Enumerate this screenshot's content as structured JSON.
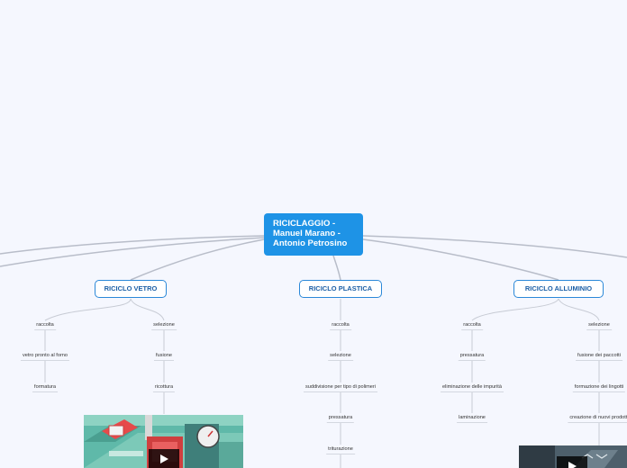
{
  "root": {
    "line1": "RICICLAGGIO -",
    "line2": "Manuel Marano -",
    "line3": "Antonio Petrosino"
  },
  "branches": {
    "vetro": {
      "label": "RICICLO VETRO"
    },
    "plastica": {
      "label": "RICICLO PLASTICA"
    },
    "alluminio": {
      "label": "RICICLO ALLUMINIO"
    }
  },
  "vetro": {
    "raccolta": "raccolta",
    "vetro_pronto": "vetro pronto al forno",
    "formatura": "formatura",
    "selezione": "selezione",
    "fusione": "fusione",
    "ricottura": "ricottura"
  },
  "plastica": {
    "raccolta": "raccolta",
    "selezione": "selezione",
    "suddivisione": "suddivisione per  tipo di polimeri",
    "pressatura": "pressatura",
    "triturazione": "triturazione"
  },
  "alluminio": {
    "raccolta": "raccolta",
    "pressatura": "pressatura",
    "eliminazione": "eliminazione delle impurità",
    "laminazione": "laminazione",
    "selezione": "selezione",
    "fusione": "fusione dei paccotti",
    "formazione": "formazione dei lingotti",
    "creazione": "creazione di nuovi  prodotti"
  },
  "colors": {
    "root": "#1e93e6",
    "branch_border": "#2b88d8",
    "link": "#b7bcc8",
    "background": "#f5f7fe"
  }
}
